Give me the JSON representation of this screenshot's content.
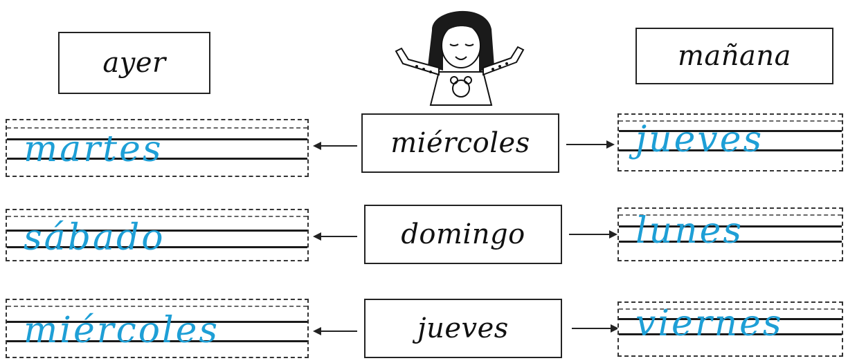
{
  "header": {
    "yesterday_label": "ayer",
    "tomorrow_label": "mañana"
  },
  "rows": [
    {
      "day": "miércoles",
      "yesterday_answer": "martes",
      "tomorrow_answer": "jueves"
    },
    {
      "day": "domingo",
      "yesterday_answer": "sábado",
      "tomorrow_answer": "lunes"
    },
    {
      "day": "jueves",
      "yesterday_answer": "miércoles",
      "tomorrow_answer": "viernes"
    }
  ],
  "illustration": {
    "subject": "girl-with-open-arms"
  },
  "colors": {
    "handwriting": "#1e9fd6",
    "ink": "#111111"
  }
}
